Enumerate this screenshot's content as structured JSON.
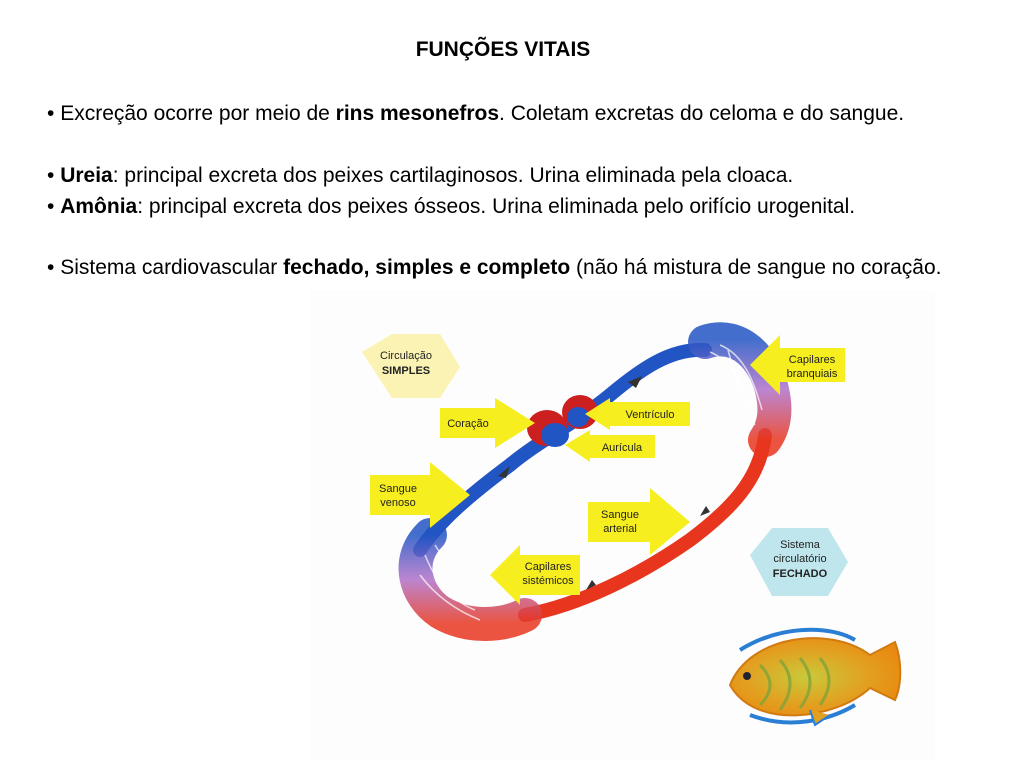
{
  "title": "FUNÇÕES VITAIS",
  "bullets": [
    {
      "marker": "•",
      "pre": " Excreção ocorre por meio de ",
      "bold": "rins mesonefros",
      "post": ". Coletam excretas do celoma e do sangue."
    },
    {
      "marker": "•",
      "pre": " ",
      "bold": "Ureia",
      "post": ": principal excreta dos peixes cartilaginosos. Urina eliminada pela cloaca."
    },
    {
      "marker": "•",
      "pre": " ",
      "bold": "Amônia",
      "post": ": principal excreta dos peixes ósseos. Urina eliminada pelo orifício urogenital."
    },
    {
      "marker": "•",
      "pre": " Sistema cardiovascular ",
      "bold": "fechado, simples e completo",
      "post": " (não há mistura de sangue no coração."
    }
  ],
  "diagram": {
    "hex_simples": {
      "line1": "Circulação",
      "line2": "SIMPLES"
    },
    "hex_fechado": {
      "line1": "Sistema",
      "line2": "circulatório",
      "line3": "FECHADO"
    },
    "labels": {
      "capilares_branquiais": {
        "line1": "Capilares",
        "line2": "branquiais"
      },
      "coracao": "Coração",
      "ventriculo": "Ventrículo",
      "auricula": "Aurícula",
      "sangue_venoso": {
        "line1": "Sangue",
        "line2": "venoso"
      },
      "sangue_arterial": {
        "line1": "Sangue",
        "line2": "arterial"
      },
      "capilares_sistemicos": {
        "line1": "Capilares",
        "line2": "sistémicos"
      }
    },
    "colors": {
      "venous": "#2255c4",
      "arterial": "#e8361e",
      "label_yellow": "#f7ee1f",
      "hex_yellow": "#fbf3b4",
      "hex_teal": "#bfe6ec"
    }
  }
}
